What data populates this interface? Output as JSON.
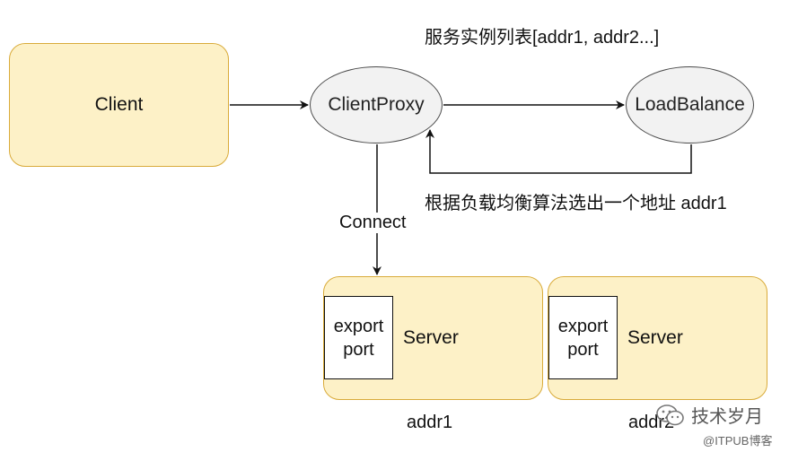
{
  "nodes": {
    "client": "Client",
    "client_proxy": "ClientProxy",
    "load_balance": "LoadBalance",
    "server1": {
      "export_port": "export\nport",
      "label": "Server"
    },
    "server2": {
      "export_port": "export\nport",
      "label": "Server"
    }
  },
  "edge_labels": {
    "service_list": "服务实例列表[addr1, addr2...]",
    "lb_result": "根据负载均衡算法选出一个地址 addr1",
    "connect": "Connect"
  },
  "addresses": {
    "addr1": "addr1",
    "addr2": "addr2"
  },
  "watermark": {
    "brand": "技术岁月",
    "site": "@ITPUB博客"
  },
  "colors": {
    "box_fill": "#fdf1c7",
    "box_border": "#d9ab3a",
    "ellipse_fill": "#f2f2f2"
  }
}
